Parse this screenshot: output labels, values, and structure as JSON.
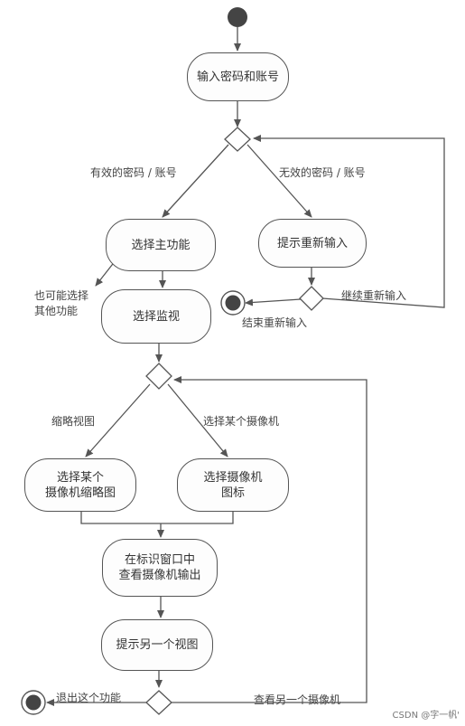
{
  "nodes": {
    "input_credentials": "输入密码和账号",
    "choose_main_function": "选择主功能",
    "prompt_reenter": "提示重新输入",
    "choose_monitor": "选择监视",
    "choose_camera_thumbnail": [
      "选择某个",
      "摄像机缩略图"
    ],
    "choose_camera_icon": [
      "选择摄像机",
      "图标"
    ],
    "view_camera_output": [
      "在标识窗口中",
      "查看摄像机输出"
    ],
    "prompt_another_view": "提示另一个视图"
  },
  "edges": {
    "valid_credentials": "有效的密码 / 账号",
    "invalid_credentials": "无效的密码 / 账号",
    "continue_reenter": "继续重新输入",
    "end_reenter": "结束重新输入",
    "may_choose_other": [
      "也可能选择",
      "其他功能"
    ],
    "thumbnail_view": "缩略视图",
    "choose_a_camera": "选择某个摄像机",
    "exit_function": "退出这个功能",
    "view_another_camera": "查看另一个摄像机"
  },
  "watermark": "CSDN @字一帆'",
  "colors": {
    "line": "#555555",
    "start_node": "#444444"
  }
}
